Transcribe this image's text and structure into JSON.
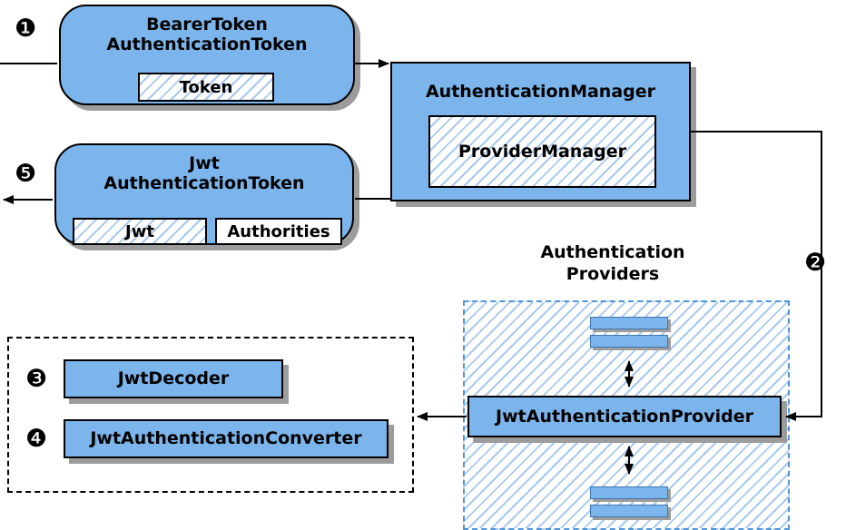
{
  "diagram": {
    "badge1": "❶",
    "badge2": "❷",
    "badge3": "❸",
    "badge4": "❹",
    "badge5": "❺",
    "bearer_token": {
      "title_line1": "BearerToken",
      "title_line2": "AuthenticationToken",
      "token_label": "Token"
    },
    "auth_manager": {
      "title": "AuthenticationManager",
      "provider_manager_label": "ProviderManager"
    },
    "jwt_auth_token": {
      "title_line1": "Jwt",
      "title_line2": "AuthenticationToken",
      "jwt_label": "Jwt",
      "authorities_label": "Authorities"
    },
    "auth_providers": {
      "label_line1": "Authentication",
      "label_line2": "Providers",
      "provider_label": "JwtAuthenticationProvider"
    },
    "jwt_decoder_label": "JwtDecoder",
    "jwt_converter_label": "JwtAuthenticationConverter",
    "colors": {
      "node_fill": "#7cb5ec",
      "hatch_line": "#a9c9ef",
      "dashed_border_blue": "#4f94d6",
      "border": "#000000",
      "shadow": "#9c9c9c"
    }
  }
}
